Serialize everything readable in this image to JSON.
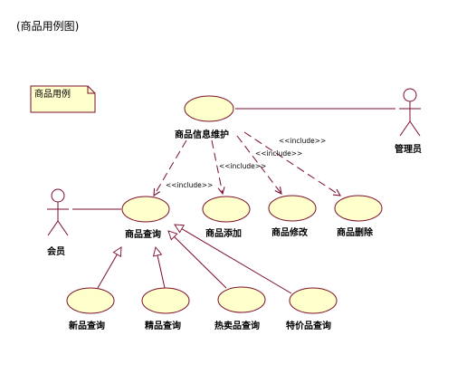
{
  "diagram": {
    "title": "(商品用例图)",
    "note": "商品用例",
    "actors": {
      "admin": "管理员",
      "member": "会员"
    },
    "usecases": {
      "maintain": "商品信息维护",
      "query": "商品查询",
      "add": "商品添加",
      "modify": "商品修改",
      "delete": "商品删除",
      "new_query": "新品查询",
      "fine_query": "精品查询",
      "hot_query": "热卖品查询",
      "special_query": "特价品查询"
    },
    "stereotype": "<<include>>"
  },
  "colors": {
    "line": "#7b0d2b",
    "usecase_fill": "#ffffcc",
    "note_fill": "#ffffcc"
  }
}
